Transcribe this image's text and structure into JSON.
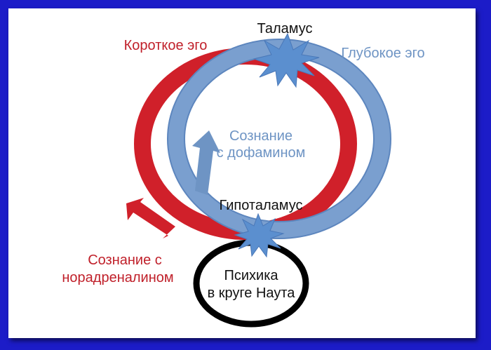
{
  "labels": {
    "thalamus": "Таламус",
    "short_ego": "Короткое эго",
    "deep_ego": "Глубокое эго",
    "consciousness_dopamine_1": "Сознание",
    "consciousness_dopamine_2": "с дофамином",
    "hypothalamus": "Гипоталамус",
    "consciousness_noradrenaline_1": "Сознание с",
    "consciousness_noradrenaline_2": "норадреналином",
    "psyche_1": "Психика",
    "psyche_2": "в круге Наута"
  },
  "colors": {
    "frame_border": "#1c1cc8",
    "red_loop": "#d0202a",
    "blue_loop": "#7a9fcf",
    "blue_loop_edge": "#5d86be",
    "black_loop": "#000000",
    "star_fill": "#5b8fcf",
    "red_text": "#c0202a",
    "blue_text": "#6e94c4",
    "black_text": "#111111"
  },
  "icons": {
    "thalamus_node": "star-burst-icon",
    "hypothalamus_node": "star-burst-icon",
    "red_arrow": "arrow-up-right-icon",
    "blue_arrow": "arrow-up-icon"
  }
}
